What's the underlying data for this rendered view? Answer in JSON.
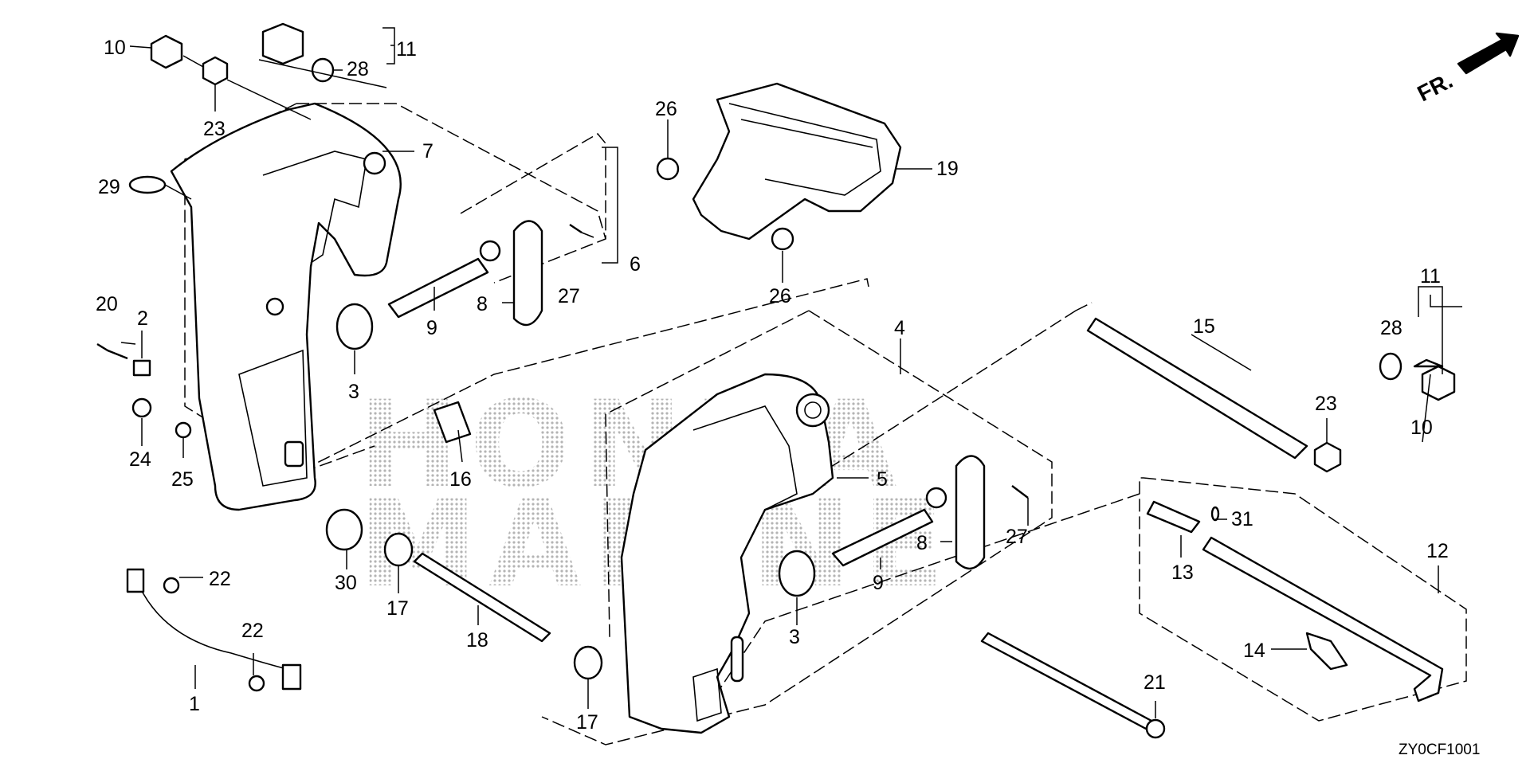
{
  "diagram": {
    "watermark": [
      "HONDA",
      "MARINE"
    ],
    "direction_indicator": "FR.",
    "diagram_code": "ZY0CF1001",
    "callouts": [
      {
        "name": "callout-1",
        "text": "1"
      },
      {
        "name": "callout-2",
        "text": "2"
      },
      {
        "name": "callout-3-upper",
        "text": "3"
      },
      {
        "name": "callout-3-lower",
        "text": "3"
      },
      {
        "name": "callout-4",
        "text": "4"
      },
      {
        "name": "callout-5",
        "text": "5"
      },
      {
        "name": "callout-6",
        "text": "6"
      },
      {
        "name": "callout-7",
        "text": "7"
      },
      {
        "name": "callout-8-upper",
        "text": "8"
      },
      {
        "name": "callout-8-lower",
        "text": "8"
      },
      {
        "name": "callout-9-upper",
        "text": "9"
      },
      {
        "name": "callout-9-lower",
        "text": "9"
      },
      {
        "name": "callout-10-left",
        "text": "10"
      },
      {
        "name": "callout-10-right",
        "text": "10"
      },
      {
        "name": "callout-11-top",
        "text": "11"
      },
      {
        "name": "callout-11-right",
        "text": "11"
      },
      {
        "name": "callout-12",
        "text": "12"
      },
      {
        "name": "callout-13",
        "text": "13"
      },
      {
        "name": "callout-14",
        "text": "14"
      },
      {
        "name": "callout-15",
        "text": "15"
      },
      {
        "name": "callout-16",
        "text": "16"
      },
      {
        "name": "callout-17-upper",
        "text": "17"
      },
      {
        "name": "callout-17-lower",
        "text": "17"
      },
      {
        "name": "callout-18",
        "text": "18"
      },
      {
        "name": "callout-19",
        "text": "19"
      },
      {
        "name": "callout-20",
        "text": "20"
      },
      {
        "name": "callout-21",
        "text": "21"
      },
      {
        "name": "callout-22-right",
        "text": "22"
      },
      {
        "name": "callout-22-lower",
        "text": "22"
      },
      {
        "name": "callout-23-left",
        "text": "23"
      },
      {
        "name": "callout-23-right",
        "text": "23"
      },
      {
        "name": "callout-24",
        "text": "24"
      },
      {
        "name": "callout-25",
        "text": "25"
      },
      {
        "name": "callout-26-upper",
        "text": "26"
      },
      {
        "name": "callout-26-lower",
        "text": "26"
      },
      {
        "name": "callout-27-upper",
        "text": "27"
      },
      {
        "name": "callout-27-lower",
        "text": "27"
      },
      {
        "name": "callout-28-top",
        "text": "28"
      },
      {
        "name": "callout-28-right",
        "text": "28"
      },
      {
        "name": "callout-29",
        "text": "29"
      },
      {
        "name": "callout-30",
        "text": "30"
      },
      {
        "name": "callout-31",
        "text": "31"
      }
    ]
  }
}
